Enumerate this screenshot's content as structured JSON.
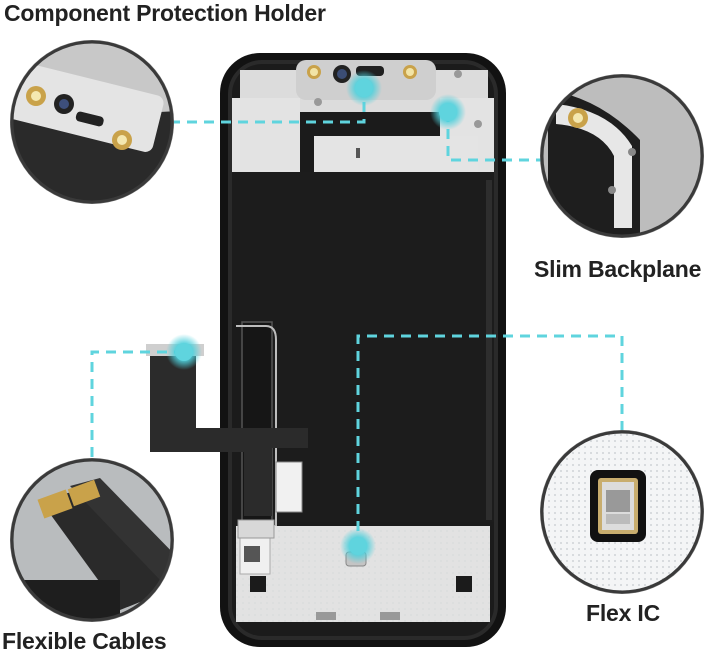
{
  "labels": {
    "component_protection_holder": "Component Protection Holder",
    "slim_backplane": "Slim Backplane",
    "flex_ic": "Flex IC",
    "flexible_cables": "Flexible Cables"
  },
  "colors": {
    "accent": "#5fd4de",
    "phone_frame": "#151515",
    "panel": "#1c1c1c",
    "metal": "#e6e6e6",
    "text": "#222222"
  },
  "icons": [
    "component-hotspot",
    "backplane-hotspot",
    "cable-hotspot",
    "flex-ic-hotspot"
  ]
}
